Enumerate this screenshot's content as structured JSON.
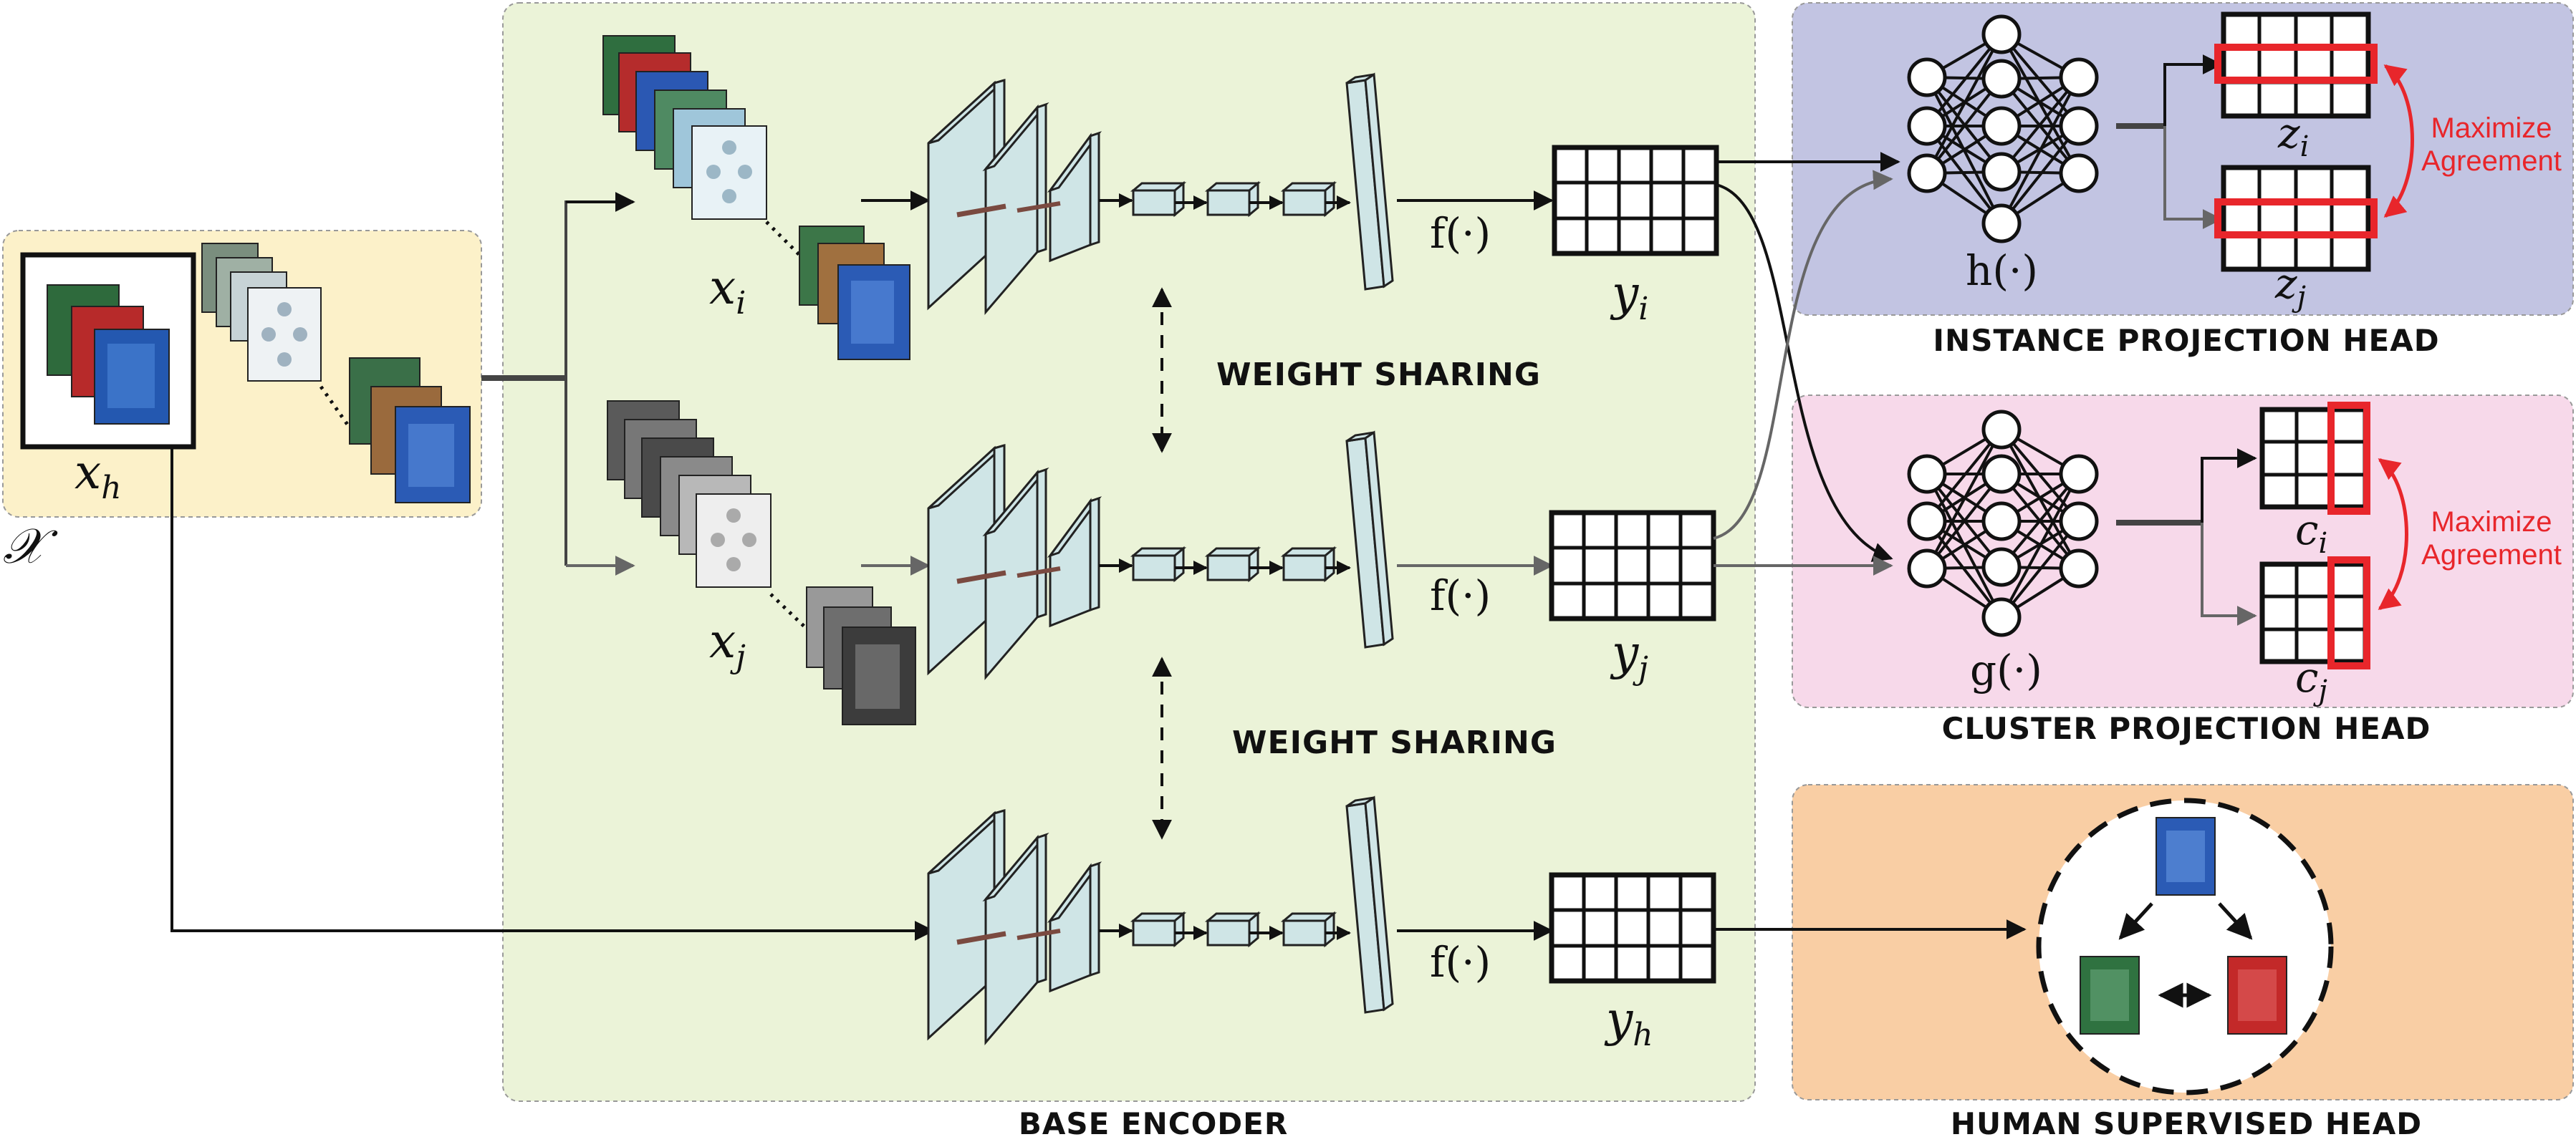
{
  "labels": {
    "base_encoder": "BASE ENCODER",
    "instance_head": "INSTANCE PROJECTION HEAD",
    "cluster_head": "CLUSTER PROJECTION HEAD",
    "human_head": "HUMAN SUPERVISED HEAD",
    "weight_sharing_1": "WEIGHT SHARING",
    "weight_sharing_2": "WEIGHT SHARING",
    "maximize_1": "Maximize",
    "agreement_1": "Agreement",
    "maximize_2": "Maximize",
    "agreement_2": "Agreement"
  },
  "math": {
    "dataset": {
      "base": "𝒳",
      "sub": ""
    },
    "xh": {
      "base": "x",
      "sub": "h"
    },
    "xi": {
      "base": "x",
      "sub": "i"
    },
    "xj": {
      "base": "x",
      "sub": "j"
    },
    "yi": {
      "base": "y",
      "sub": "i"
    },
    "yj": {
      "base": "y",
      "sub": "j"
    },
    "yh": {
      "base": "y",
      "sub": "h"
    },
    "zi": {
      "base": "z",
      "sub": "i"
    },
    "zj": {
      "base": "z",
      "sub": "j"
    },
    "ci": {
      "base": "c",
      "sub": "i"
    },
    "cj": {
      "base": "c",
      "sub": "j"
    },
    "f1": "f(·)",
    "f2": "f(·)",
    "f3": "f(·)",
    "h": "h(·)",
    "g": "g(·)"
  },
  "colors": {
    "data_panel": "#fcf1c9",
    "encoder_panel": "#ebf3d8",
    "instance_panel": "#c2c4e2",
    "cluster_panel": "#f7d9ea",
    "human_panel": "#f9cea4",
    "highlight": "#e8262b",
    "layer_fill": "#cfe5e6"
  }
}
